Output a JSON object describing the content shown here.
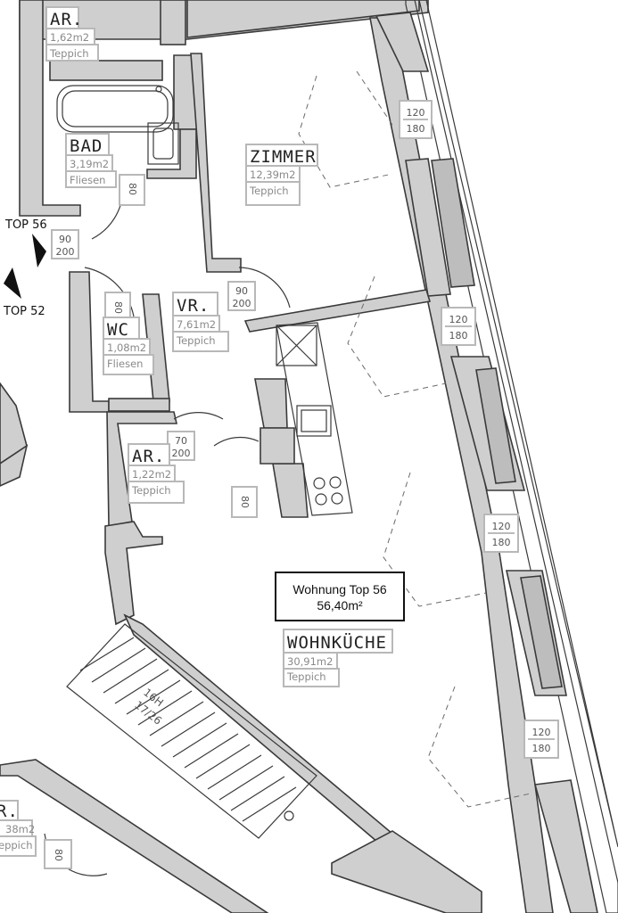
{
  "plan": {
    "unit_box": {
      "title": "Wohnung Top 56",
      "area": "56,40m²"
    },
    "tops": {
      "top56": "TOP 56",
      "top52": "TOP 52"
    },
    "rooms": {
      "ar_top": {
        "name": "AR.",
        "area": "1,62m2",
        "floor": "Teppich"
      },
      "bad": {
        "name": "BAD",
        "area": "3,19m2",
        "floor": "Fliesen"
      },
      "zimmer": {
        "name": "ZIMMER",
        "area": "12,39m2",
        "floor": "Teppich"
      },
      "vr": {
        "name": "VR.",
        "area": "7,61m2",
        "floor": "Teppich"
      },
      "wc": {
        "name": "WC",
        "area": "1,08m2",
        "floor": "Fliesen"
      },
      "ar_mid": {
        "name": "AR.",
        "area": "1,22m2",
        "floor": "Teppich"
      },
      "wohnkueche": {
        "name": "WOHNKÜCHE",
        "area": "30,91m2",
        "floor": "Teppich"
      },
      "ar_bottom": {
        "name": "R.",
        "area": "38m2",
        "floor": "eppich"
      }
    },
    "windows": {
      "top": "120",
      "bottom": "180"
    },
    "doors": {
      "d90": "90",
      "d80": "80",
      "d70": "70",
      "h200": "200"
    },
    "stairs": {
      "steps": "16H",
      "ratio": "17/26"
    }
  }
}
